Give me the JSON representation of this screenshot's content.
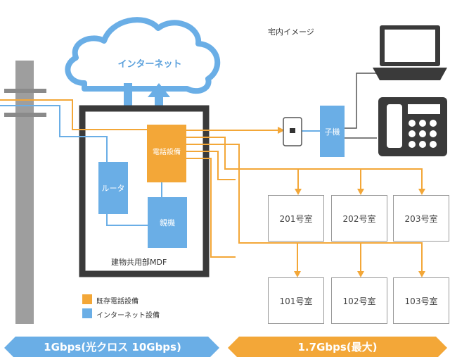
{
  "cloud_label": "インターネット",
  "home_caption": "宅内イメージ",
  "mdf": {
    "label": "建物共用部MDF",
    "phone_equipment": "電話設備",
    "router": "ルータ",
    "parent_unit": "親機"
  },
  "child_unit": "子機",
  "rooms_upper": [
    "201号室",
    "202号室",
    "203号室"
  ],
  "rooms_lower": [
    "101号室",
    "102号室",
    "103号室"
  ],
  "legend": {
    "existing_phone": "既存電話設備",
    "internet": "インターネット設備"
  },
  "speeds": {
    "left": "1Gbps(光クロス 10Gbps)",
    "right": "1.7Gbps(最大)"
  },
  "colors": {
    "blue": "#6aaee6",
    "orange": "#f3a738",
    "pole": "#9e9e9e",
    "dark": "#3a3a3a"
  }
}
